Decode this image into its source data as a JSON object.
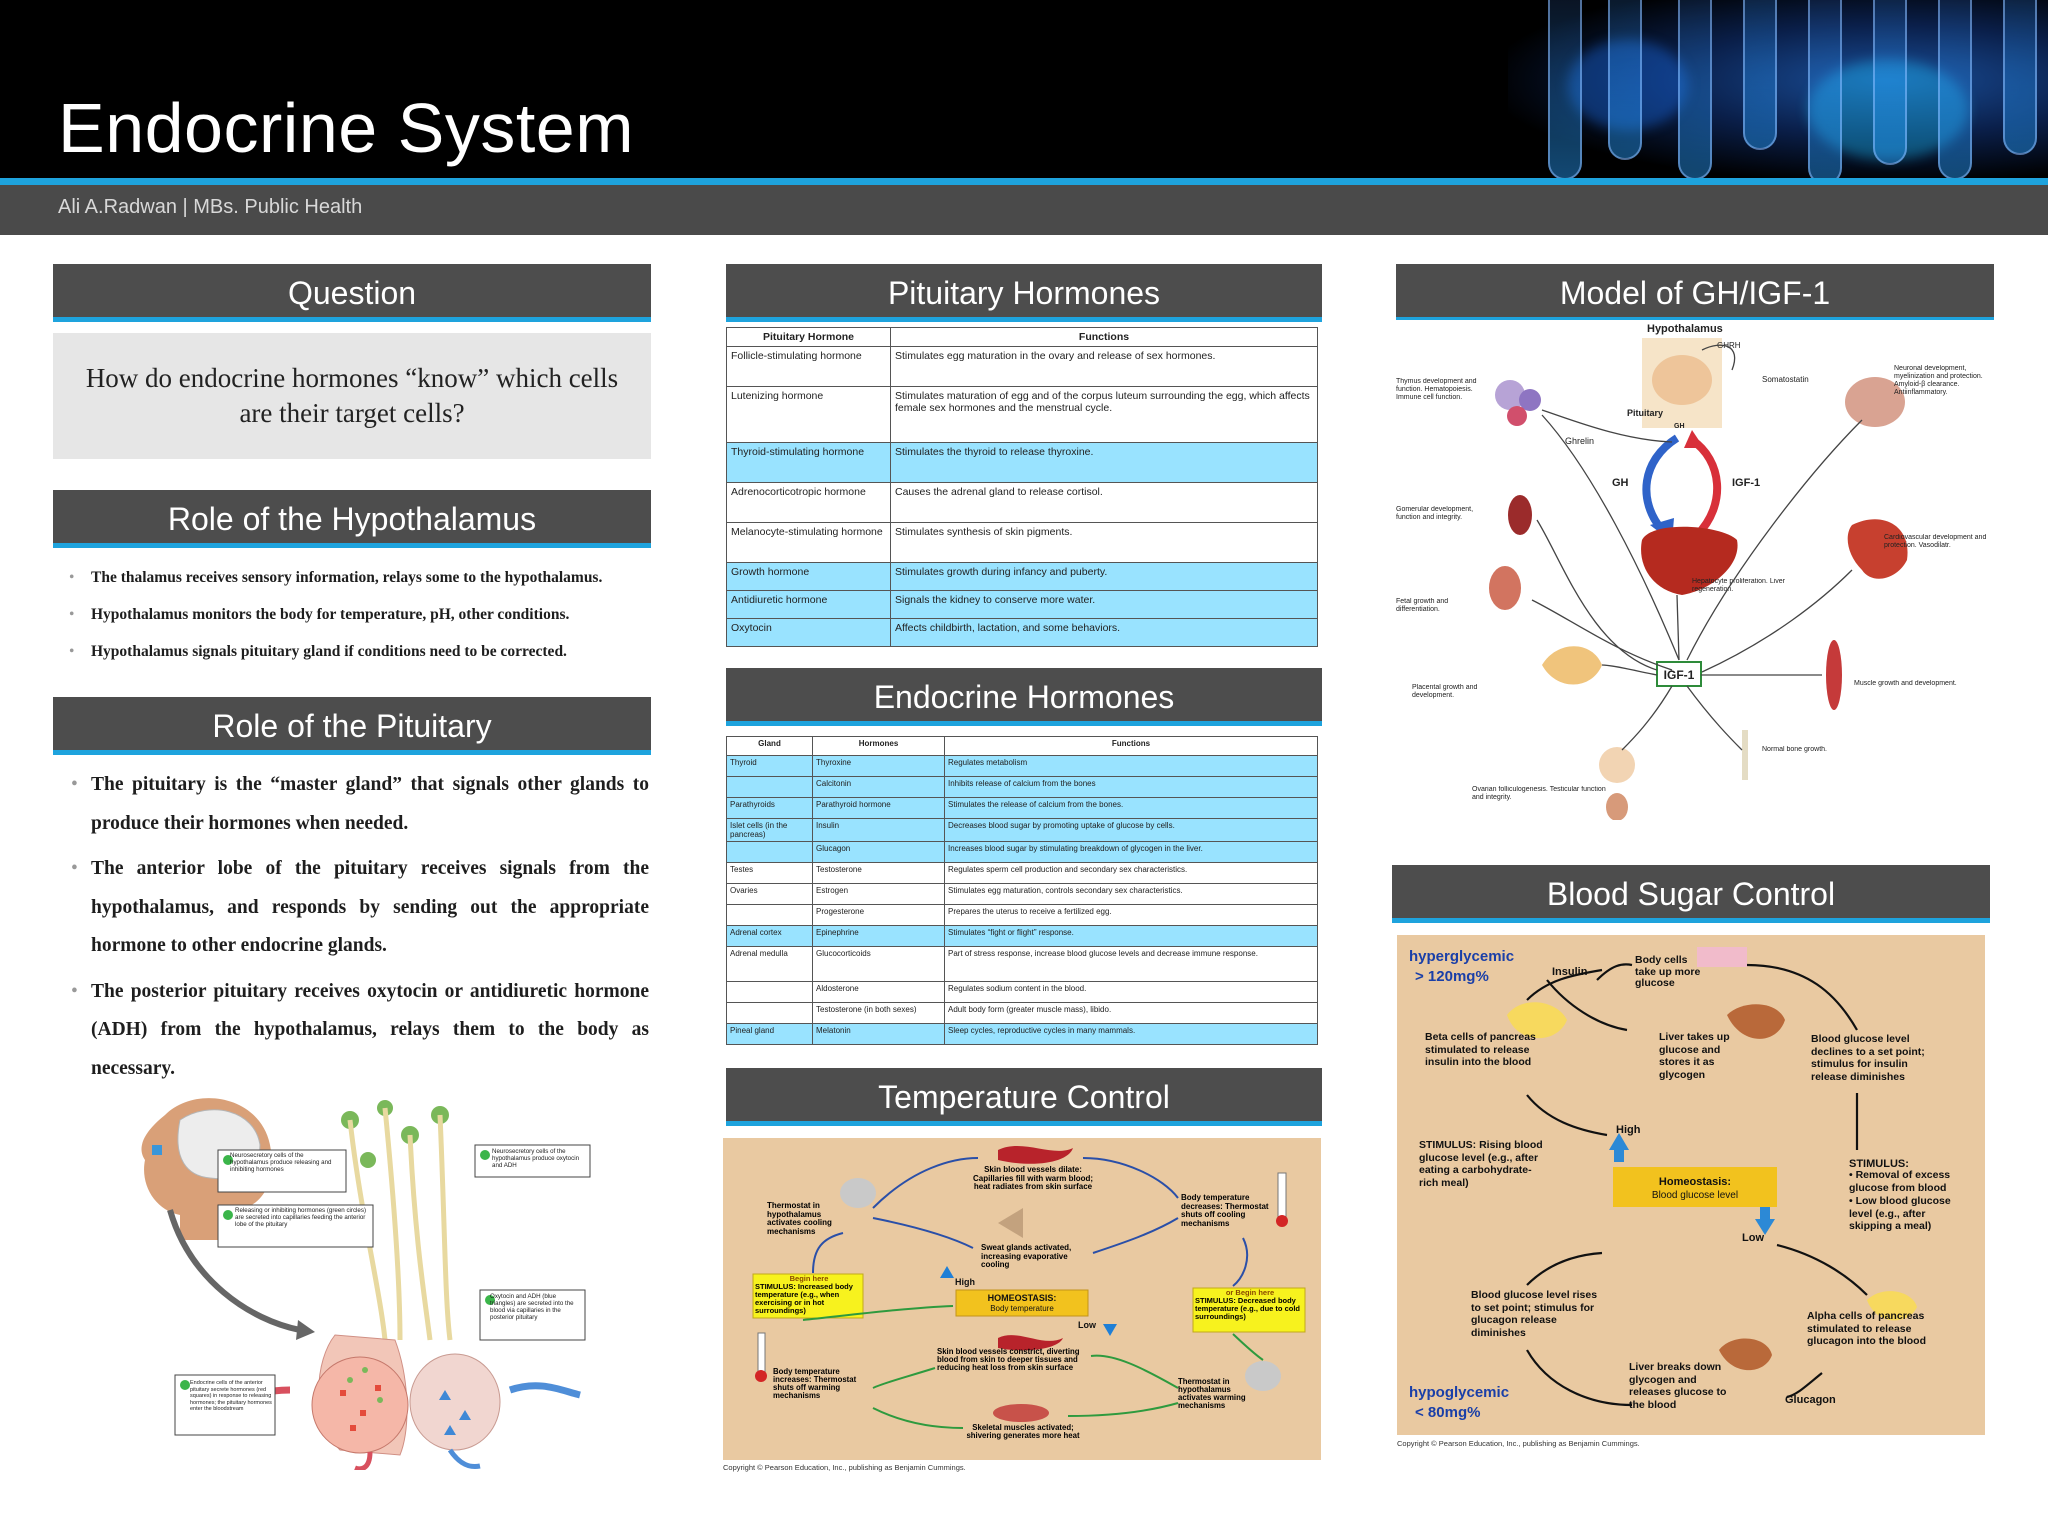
{
  "header": {
    "title": "Endocrine System",
    "author": "Ali A.Radwan | MBs. Public Health"
  },
  "question": {
    "heading": "Question",
    "text": "How do endocrine hormones “know” which cells are their target cells?"
  },
  "hypothalamus": {
    "heading": "Role of the Hypothalamus",
    "bullets": [
      "The thalamus receives sensory information, relays some to the hypothalamus.",
      "Hypothalamus monitors the body for temperature, pH, other conditions.",
      "Hypothalamus signals pituitary gland if conditions need to be corrected."
    ]
  },
  "pituitary": {
    "heading": "Role of the Pituitary",
    "bullets": [
      "The pituitary is the “master gland” that signals other glands to produce their hormones when needed.",
      "The anterior lobe of the pituitary receives signals from the hypothalamus, and responds by sending out the appropriate hormone to other endocrine glands.",
      "The posterior pituitary receives oxytocin or antidiuretic hormone (ADH) from the hypothalamus, relays them to the body as necessary."
    ],
    "figure_labels": [
      "Neurosecretory cells of the hypothalamus produce releasing and inhibiting hormones",
      "Neurosecretory cells of the hypothalamus produce oxytocin and ADH",
      "Releasing or inhibiting hormones (green circles) are secreted into capillaries feeding the anterior lobe of the pituitary",
      "Oxytocin and ADH (blue triangles) are secreted into the blood via capillaries in the posterior pituitary",
      "Endocrine cells of the anterior pituitary secrete hormones (red squares) in response to releasing hormones; the pituitary hormones enter the bloodstream"
    ]
  },
  "pituitary_hormones": {
    "heading": "Pituitary Hormones",
    "columns": [
      "Pituitary Hormone",
      "Functions"
    ],
    "rows": [
      {
        "hormone": "Follicle-stimulating hormone",
        "function": "Stimulates egg maturation in the ovary and release of sex hormones.",
        "highlight": false
      },
      {
        "hormone": "Lutenizing hormone",
        "function": "Stimulates maturation of egg and of the corpus luteum surrounding the egg, which affects female sex hormones and the menstrual cycle.",
        "highlight": false
      },
      {
        "hormone": "Thyroid-stimulating hormone",
        "function": "Stimulates the thyroid to release thyroxine.",
        "highlight": true
      },
      {
        "hormone": "Adrenocorticotropic hormone",
        "function": "Causes the adrenal gland to release cortisol.",
        "highlight": false
      },
      {
        "hormone": "Melanocyte-stimulating hormone",
        "function": "Stimulates synthesis of skin pigments.",
        "highlight": false
      },
      {
        "hormone": "Growth hormone",
        "function": "Stimulates growth during infancy and puberty.",
        "highlight": true
      },
      {
        "hormone": "Antidiuretic hormone",
        "function": "Signals the kidney to conserve more water.",
        "highlight": true
      },
      {
        "hormone": "Oxytocin",
        "function": "Affects childbirth, lactation, and some behaviors.",
        "highlight": true
      }
    ]
  },
  "endocrine_hormones": {
    "heading": "Endocrine Hormones",
    "columns": [
      "Gland",
      "Hormones",
      "Functions"
    ],
    "rows": [
      {
        "gland": "Thyroid",
        "hormone": "Thyroxine",
        "function": "Regulates metabolism",
        "highlight": true
      },
      {
        "gland": "",
        "hormone": "Calcitonin",
        "function": "Inhibits release of calcium from the bones",
        "highlight": true
      },
      {
        "gland": "Parathyroids",
        "hormone": "Parathyroid hormone",
        "function": "Stimulates the release of calcium from the bones.",
        "highlight": true
      },
      {
        "gland": "Islet cells (in the pancreas)",
        "hormone": "Insulin",
        "function": "Decreases blood sugar by promoting uptake of glucose by cells.",
        "highlight": true
      },
      {
        "gland": "",
        "hormone": "Glucagon",
        "function": "Increases blood sugar by stimulating breakdown of glycogen in the liver.",
        "highlight": true
      },
      {
        "gland": "Testes",
        "hormone": "Testosterone",
        "function": "Regulates sperm cell production and secondary sex characteristics.",
        "highlight": false
      },
      {
        "gland": "Ovaries",
        "hormone": "Estrogen",
        "function": "Stimulates egg maturation, controls secondary sex characteristics.",
        "highlight": false
      },
      {
        "gland": "",
        "hormone": "Progesterone",
        "function": "Prepares the uterus to receive a fertilized egg.",
        "highlight": false
      },
      {
        "gland": "Adrenal cortex",
        "hormone": "Epinephrine",
        "function": "Stimulates “fight or flight” response.",
        "highlight": true
      },
      {
        "gland": "Adrenal medulla",
        "hormone": "Glucocorticoids",
        "function": "Part of stress response, increase blood glucose levels and decrease immune response.",
        "highlight": false
      },
      {
        "gland": "",
        "hormone": "Aldosterone",
        "function": "Regulates sodium content in the blood.",
        "highlight": false
      },
      {
        "gland": "",
        "hormone": "Testosterone (in both sexes)",
        "function": "Adult body form (greater muscle mass), libido.",
        "highlight": false
      },
      {
        "gland": "Pineal gland",
        "hormone": "Melatonin",
        "function": "Sleep cycles, reproductive cycles in many mammals.",
        "highlight": true
      }
    ]
  },
  "temperature": {
    "heading": "Temperature Control",
    "labels": {
      "dilate": "Skin blood vessels dilate: Capillaries fill with warm blood; heat radiates from skin surface",
      "thermostat_cool": "Thermostat in hypothalamus activates cooling mechanisms",
      "sweat": "Sweat glands activated, increasing evaporative cooling",
      "decreases": "Body temperature decreases: Thermostat shuts off cooling mechanisms",
      "begin_high": "Begin here",
      "stimulus_high": "STIMULUS: Increased body temperature (e.g., when exercising or in hot surroundings)",
      "high": "High",
      "homeostasis": "HOMEOSTASIS:",
      "homeostasis_sub": "Body temperature",
      "low": "Low",
      "begin_low": "or Begin here",
      "stimulus_low": "STIMULUS: Decreased body temperature (e.g., due to cold surroundings)",
      "constrict": "Skin blood vessels constrict, diverting blood from skin to deeper tissues and reducing heat loss from skin surface",
      "increases": "Body temperature increases: Thermostat shuts off warming mechanisms",
      "thermostat_warm": "Thermostat in hypothalamus activates warming mechanisms",
      "shivering": "Skeletal muscles activated; shivering generates more heat"
    },
    "copyright": "Copyright © Pearson Education, Inc., publishing as Benjamin Cummings."
  },
  "gh_model": {
    "heading": "Model of GH/IGF-1",
    "labels": {
      "hypothalamus": "Hypothalamus",
      "ghrh": "GHRH",
      "somatostatin": "Somatostatin",
      "pituitary": "Pituitary",
      "gh_small": "GH",
      "ghrelin": "Ghrelin",
      "gh": "GH",
      "igf1": "IGF-1",
      "igf1_box": "IGF-1",
      "thymus": "Thymus development and function. Hematopoiesis. Immune cell function.",
      "neuronal": "Neuronal development, myelinization and protection. Amyloid-β clearance. Antiinflammatory.",
      "glomerular": "Gomerular development, function and integrity.",
      "cardio": "Cardiovascular development and protection. Vasodilatr.",
      "hepatocyte": "Hepatocyte proliferation. Liver regeneration.",
      "fetal": "Fetal growth and differentiation.",
      "placental": "Placental growth and development.",
      "muscle": "Muscle growth and development.",
      "bone": "Normal bone growth.",
      "ovarian": "Ovarian folliculogenesis. Testicular function and integrity."
    }
  },
  "blood_sugar": {
    "heading": "Blood Sugar Control",
    "labels": {
      "hyper": "hyperglycemic",
      "hyper_val": "> 120mg%",
      "insulin": "Insulin",
      "body_cells": "Body cells take up more glucose",
      "beta": "Beta cells of pancreas stimulated to release insulin into the blood",
      "liver_takes": "Liver takes up glucose and stores it as glycogen",
      "declines": "Blood glucose level declines to a set point; stimulus for insulin release diminishes",
      "high": "High",
      "stimulus_rising": "STIMULUS: Rising blood glucose level (e.g., after eating a carbohydrate-rich meal)",
      "homeostasis": "Homeostasis:",
      "homeostasis_sub": "Blood glucose level",
      "stimulus_falling_title": "STIMULUS:",
      "stimulus_falling_1": "• Removal of excess glucose from blood",
      "stimulus_falling_2": "• Low blood glucose level (e.g., after skipping a meal)",
      "low": "Low",
      "rises": "Blood glucose level rises to set point; stimulus for glucagon release diminishes",
      "alpha": "Alpha cells of pancreas stimulated to release glucagon into the blood",
      "liver_breaks": "Liver breaks down glycogen and releases glucose to the blood",
      "hypo": "hypoglycemic",
      "hypo_val": "< 80mg%",
      "glucagon": "Glucagon"
    },
    "copyright": "Copyright © Pearson Education, Inc., publishing as Benjamin Cummings."
  },
  "colors": {
    "accent": "#1ea3dd",
    "header_bar": "#4d4d4d",
    "highlight_row": "#99e3ff",
    "diagram_bg": "#e9c9a1"
  }
}
